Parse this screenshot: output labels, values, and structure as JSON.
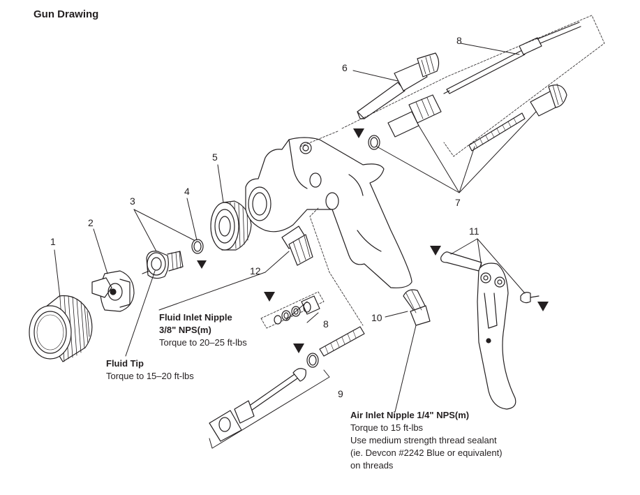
{
  "title": "Gun Drawing",
  "callouts": {
    "c1": "1",
    "c2": "2",
    "c3": "3",
    "c4": "4",
    "c5": "5",
    "c6": "6",
    "c7": "7",
    "c8a": "8",
    "c8b": "8",
    "c9": "9",
    "c10": "10",
    "c11": "11",
    "c12": "12"
  },
  "notes": {
    "fluid_inlet": {
      "heading_line1": "Fluid Inlet Nipple",
      "heading_line2": "3/8\" NPS(m)",
      "torque": "Torque to 20–25 ft-lbs"
    },
    "fluid_tip": {
      "heading": "Fluid Tip",
      "torque": "Torque to 15–20 ft-lbs"
    },
    "air_inlet": {
      "heading": "Air Inlet Nipple 1/4\" NPS(m)",
      "torque": "Torque to 15 ft-lbs",
      "sealant_line1": "Use medium strength thread sealant",
      "sealant_line2": "(ie. Devcon #2242 Blue or equivalent)",
      "sealant_line3": "on threads"
    }
  }
}
